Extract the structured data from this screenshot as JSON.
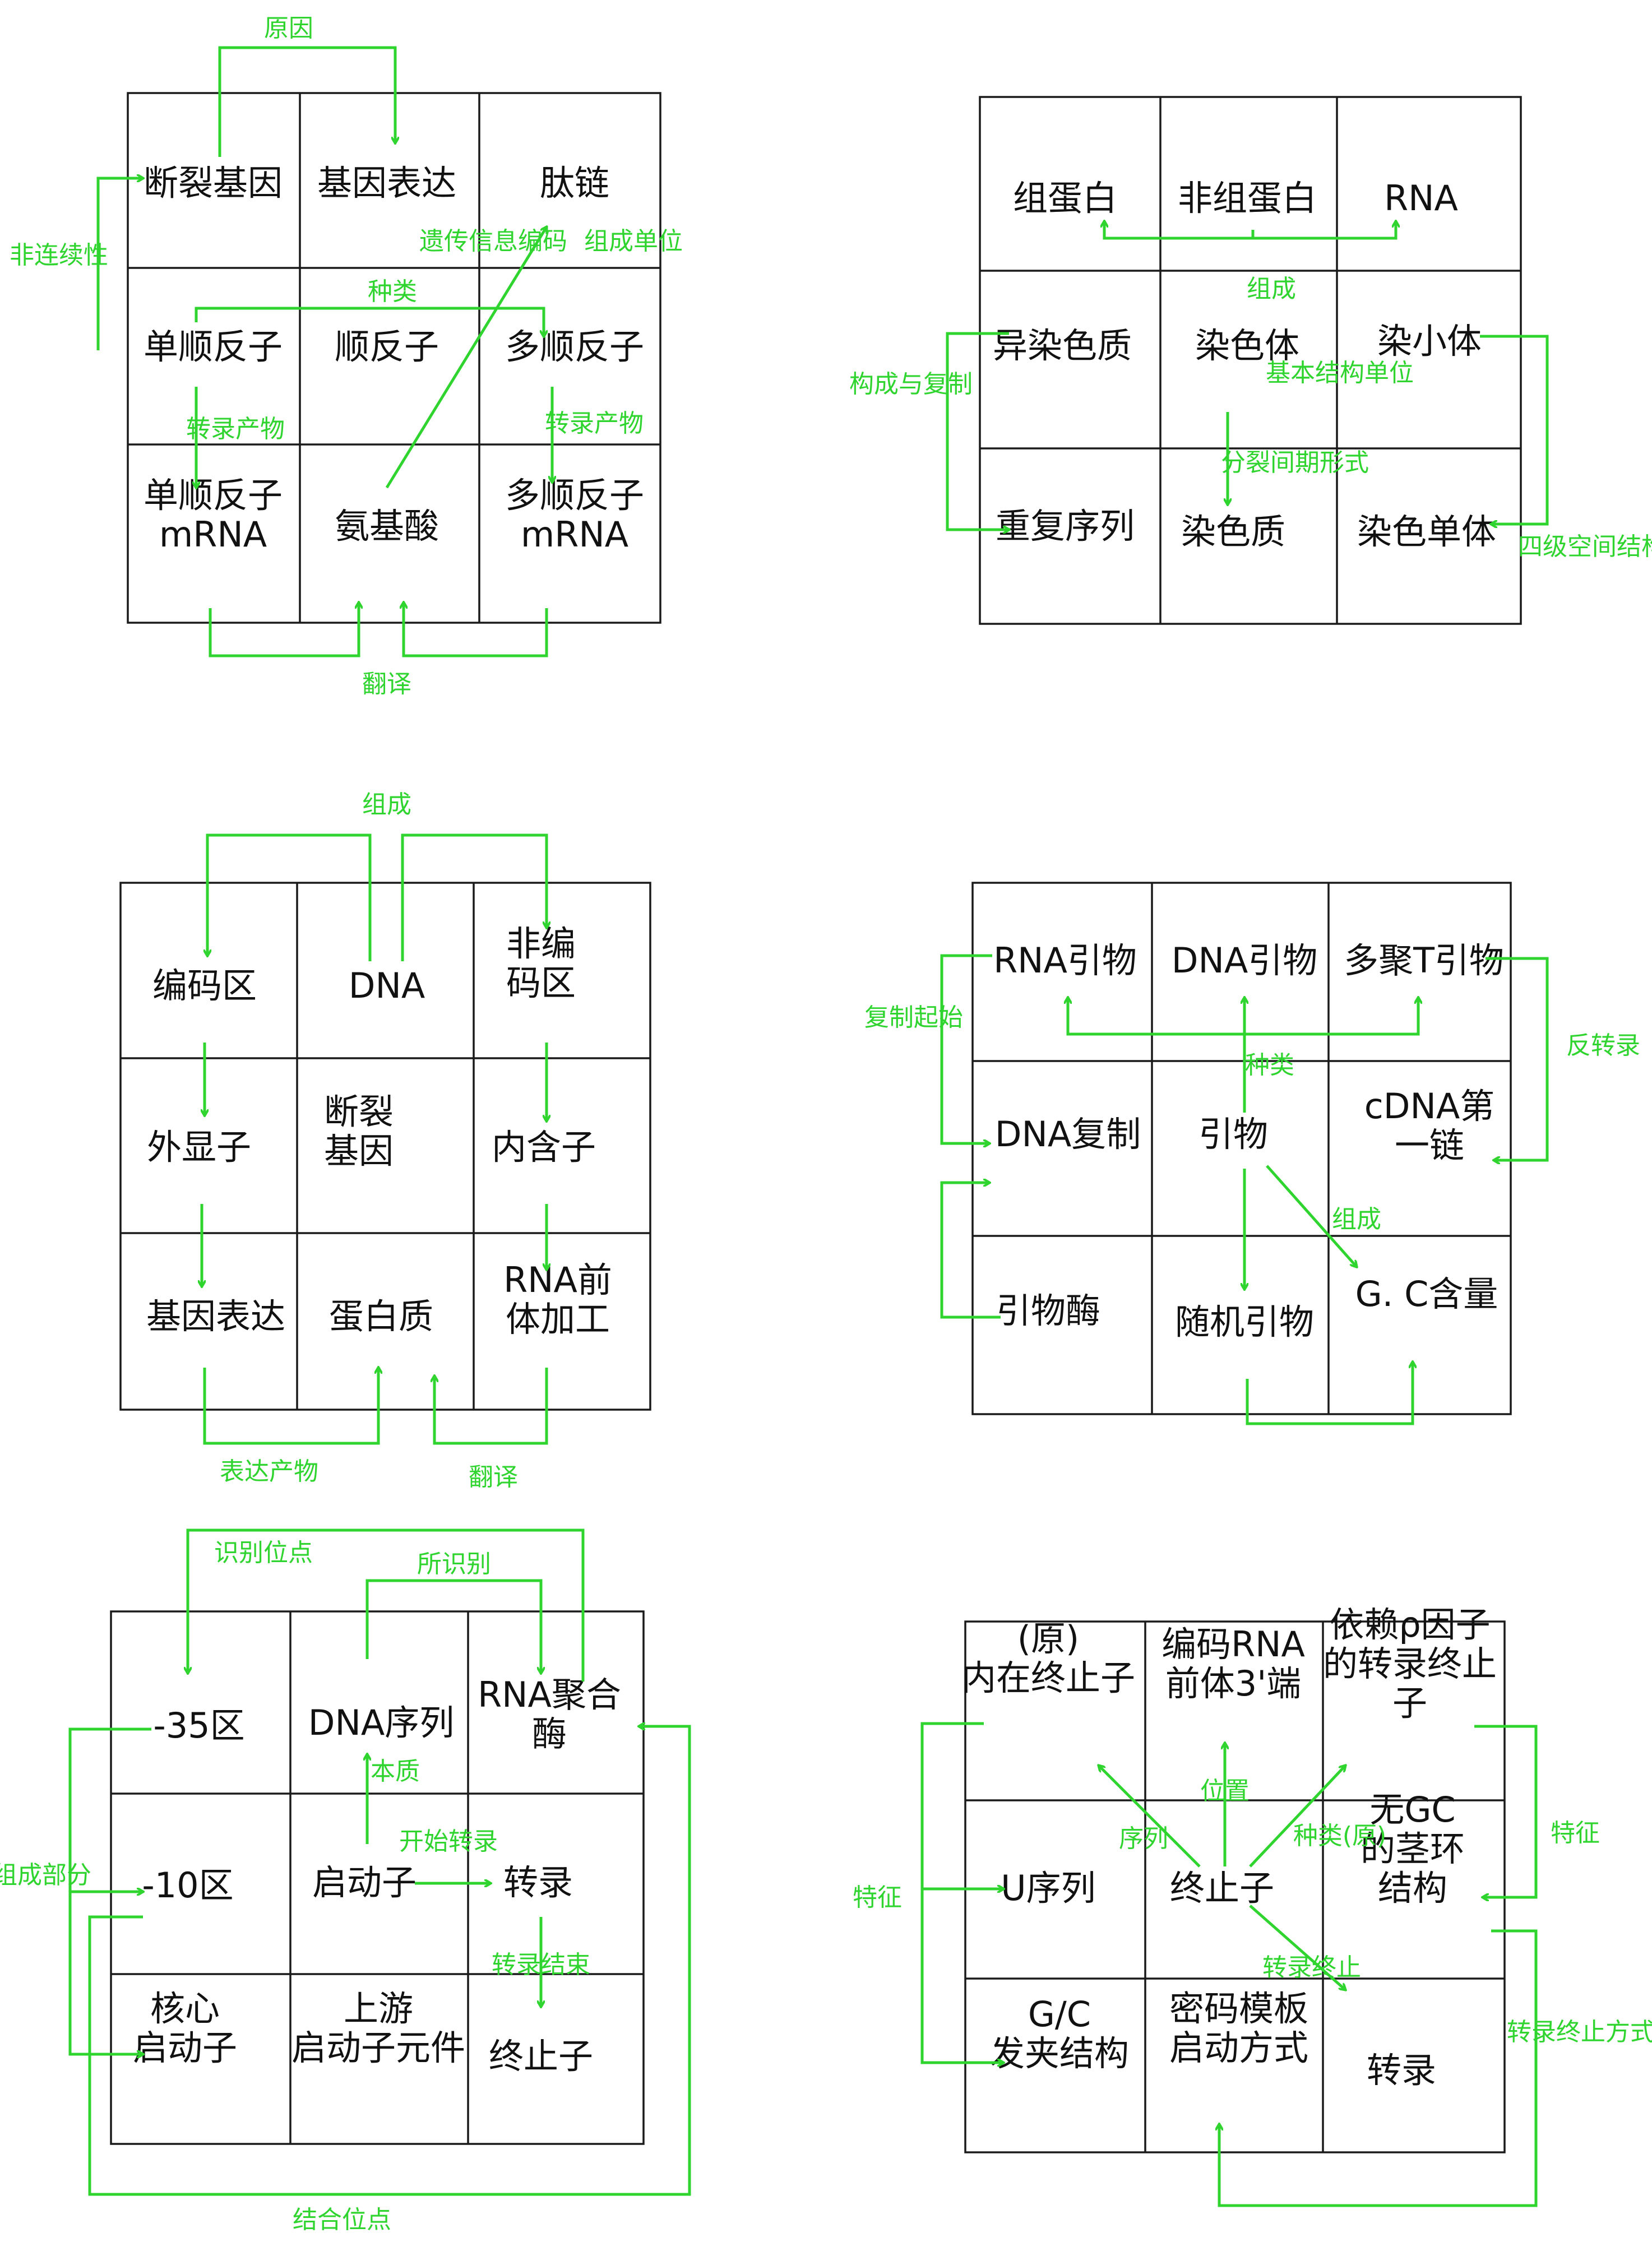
{
  "colors": {
    "grid": "#1a1a1a",
    "text": "#111111",
    "annotation": "#2fd42f"
  },
  "panels": [
    {
      "cells": [
        [
          "断裂基因",
          "基因表达",
          "肽链"
        ],
        [
          "单顺反子",
          "顺反子",
          "多顺反子"
        ],
        [
          "单顺反子\nmRNA",
          "氨基酸",
          "多顺反子\nmRNA"
        ]
      ],
      "notes": [
        "原因",
        "非连续性",
        "种类",
        "转录产物",
        "转录产物",
        "翻译",
        "组成单位",
        "遗传信息编码"
      ]
    },
    {
      "cells": [
        [
          "组蛋白",
          "非组蛋白",
          "RNA"
        ],
        [
          "异染色质",
          "染色体",
          "染小体"
        ],
        [
          "重复序列",
          "染色质",
          "染色单体"
        ]
      ],
      "notes": [
        "组成",
        "基本结构单位",
        "分裂间期形式",
        "构成与复制",
        "四级空间结构"
      ]
    },
    {
      "cells": [
        [
          "编码区",
          "DNA",
          "非编\n码区"
        ],
        [
          "外显子",
          "断裂\n基因",
          "内含子"
        ],
        [
          "基因表达",
          "蛋白质",
          "RNA前\n体加工"
        ]
      ],
      "notes": [
        "组成",
        "表达产物",
        "翻译"
      ]
    },
    {
      "cells": [
        [
          "RNA引物",
          "DNA引物",
          "多聚T引物"
        ],
        [
          "DNA复制",
          "引物",
          "cDNA第\n一链"
        ],
        [
          "引物酶",
          "随机引物",
          "G. C含量"
        ]
      ],
      "notes": [
        "复制起始",
        "种类",
        "反转录",
        "组成"
      ]
    },
    {
      "cells": [
        [
          "-35区",
          "DNA序列",
          "RNA聚合\n酶"
        ],
        [
          "-10区",
          "启动子",
          "转录"
        ],
        [
          "核心\n启动子",
          "上游\n启动子元件",
          "终止子"
        ]
      ],
      "notes": [
        "识别位点",
        "所识别",
        "本质",
        "开始转录",
        "转录结束",
        "组成部分",
        "结合位点"
      ]
    },
    {
      "cells": [
        [
          "(原)\n内在终止子",
          "编码RNA\n前体3'端",
          "依赖ρ因子\n的转录终止\n子"
        ],
        [
          "U序列",
          "终止子",
          "无GC\n的茎环\n结构"
        ],
        [
          "G/C\n发夹结构",
          "密码模板\n启动方式",
          "转录"
        ]
      ],
      "notes": [
        "序列",
        "位置",
        "种类(原)",
        "转录终止",
        "特征",
        "特征",
        "转录终止方式"
      ]
    }
  ]
}
